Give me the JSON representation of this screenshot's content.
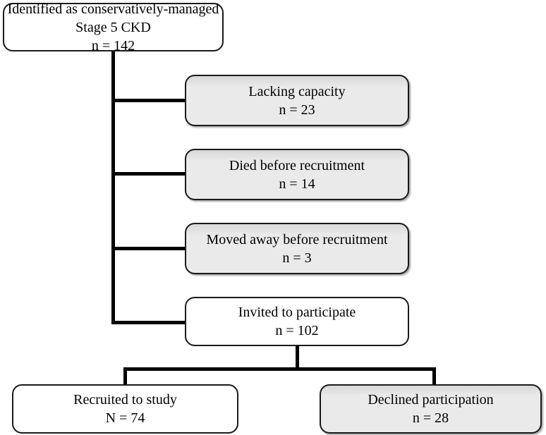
{
  "flowchart": {
    "type": "recruitment-flow-diagram",
    "nodes": {
      "identified": {
        "line1": "Identified as conservatively-managed",
        "line2": "Stage 5 CKD",
        "count": "n = 142",
        "variant": "white"
      },
      "lacking": {
        "line1": "Lacking capacity",
        "count": "n = 23",
        "variant": "gray"
      },
      "died": {
        "line1": "Died before recruitment",
        "count": "n = 14",
        "variant": "gray"
      },
      "moved": {
        "line1": "Moved away before recruitment",
        "count": "n = 3",
        "variant": "gray"
      },
      "invited": {
        "line1": "Invited to participate",
        "count": "n = 102",
        "variant": "white"
      },
      "recruited": {
        "line1": "Recruited to study",
        "count": "N = 74",
        "variant": "white"
      },
      "declined": {
        "line1": "Declined participation",
        "count": "n = 28",
        "variant": "gray"
      }
    },
    "edges": [
      {
        "from": "identified",
        "to": "lacking"
      },
      {
        "from": "identified",
        "to": "died"
      },
      {
        "from": "identified",
        "to": "moved"
      },
      {
        "from": "identified",
        "to": "invited"
      },
      {
        "from": "invited",
        "to": "recruited"
      },
      {
        "from": "invited",
        "to": "declined"
      }
    ],
    "colors": {
      "excluded_box_fill": "#eaeaea",
      "included_box_fill": "#ffffff",
      "box_border": "#1a1a1a",
      "connector_line": "#000000",
      "text": "#000000"
    }
  }
}
